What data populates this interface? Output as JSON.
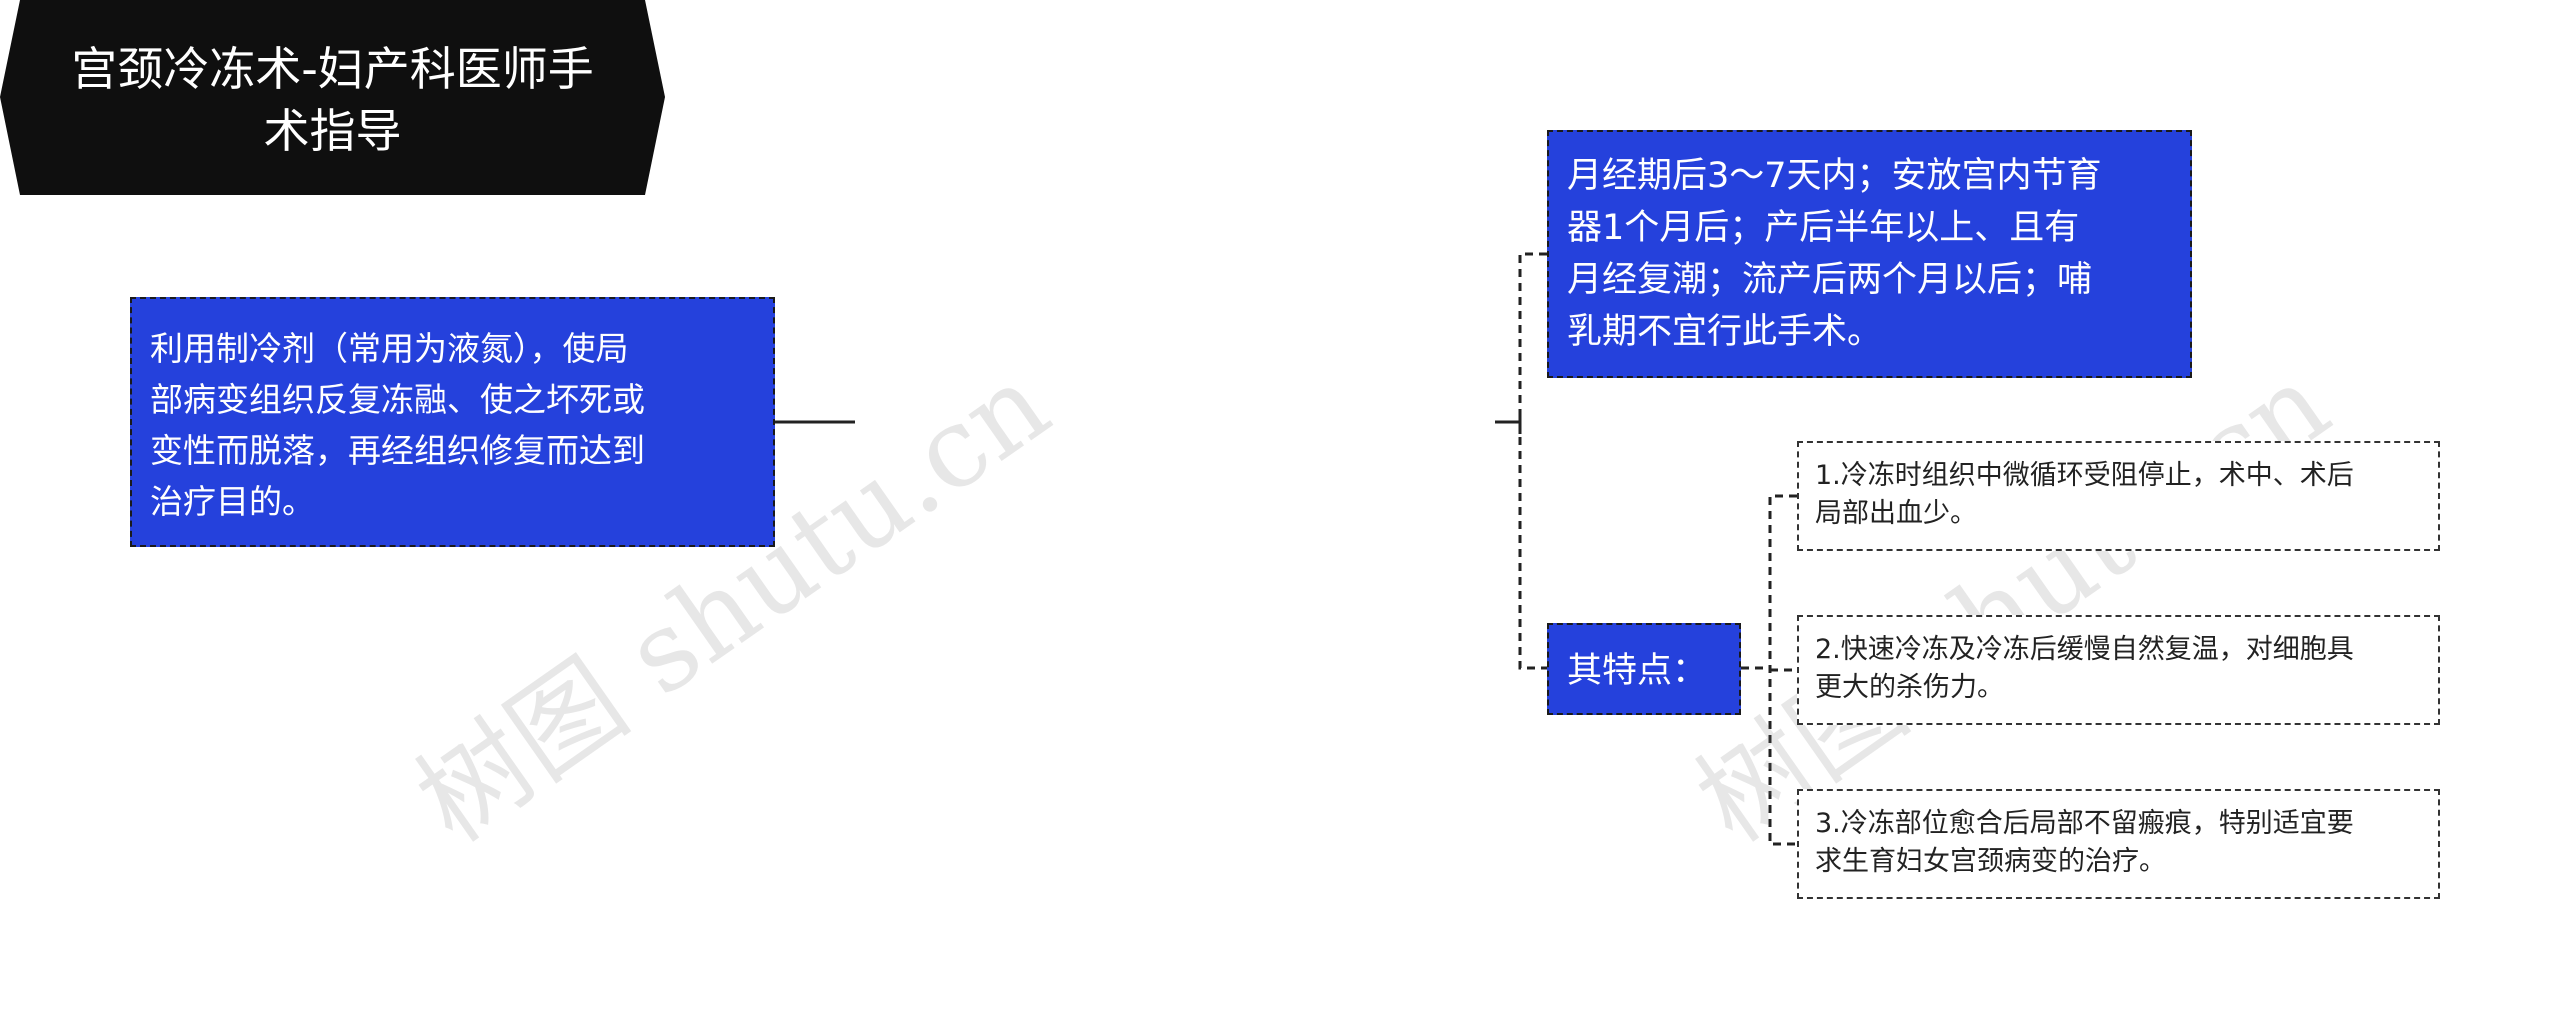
{
  "root": {
    "label": "宫颈冷冻术-妇产科医师手\n术指导"
  },
  "left_node": {
    "text": "利用制冷剂（常用为液氮），使局\n部病变组织反复冻融、使之坏死或\n变性而脱落，再经组织修复而达到\n治疗目的。"
  },
  "right_top_node": {
    "text": "月经期后3～7天内；安放宫内节育\n器1个月后；产后半年以上、且有\n月经复潮；流产后两个月以后；哺\n乳期不宜行此手术。"
  },
  "features_node": {
    "label": "其特点："
  },
  "leaves": [
    {
      "text": "1.冷冻时组织中微循环受阻停止，术中、术后\n局部出血少。"
    },
    {
      "text": "2.快速冷冻及冷冻后缓慢自然复温，对细胞具\n更大的杀伤力。"
    },
    {
      "text": "3.冷冻部位愈合后局部不留瘢痕，特别适宜要\n求生育妇女宫颈病变的治疗。"
    }
  ],
  "watermarks": [
    "树图 shutu.cn",
    "树图 shutu.cn"
  ],
  "colors": {
    "root_fill": "#0f0f0f",
    "node_fill": "#2541dc",
    "leaf_fill": "#ffffff",
    "line": "#222222"
  }
}
